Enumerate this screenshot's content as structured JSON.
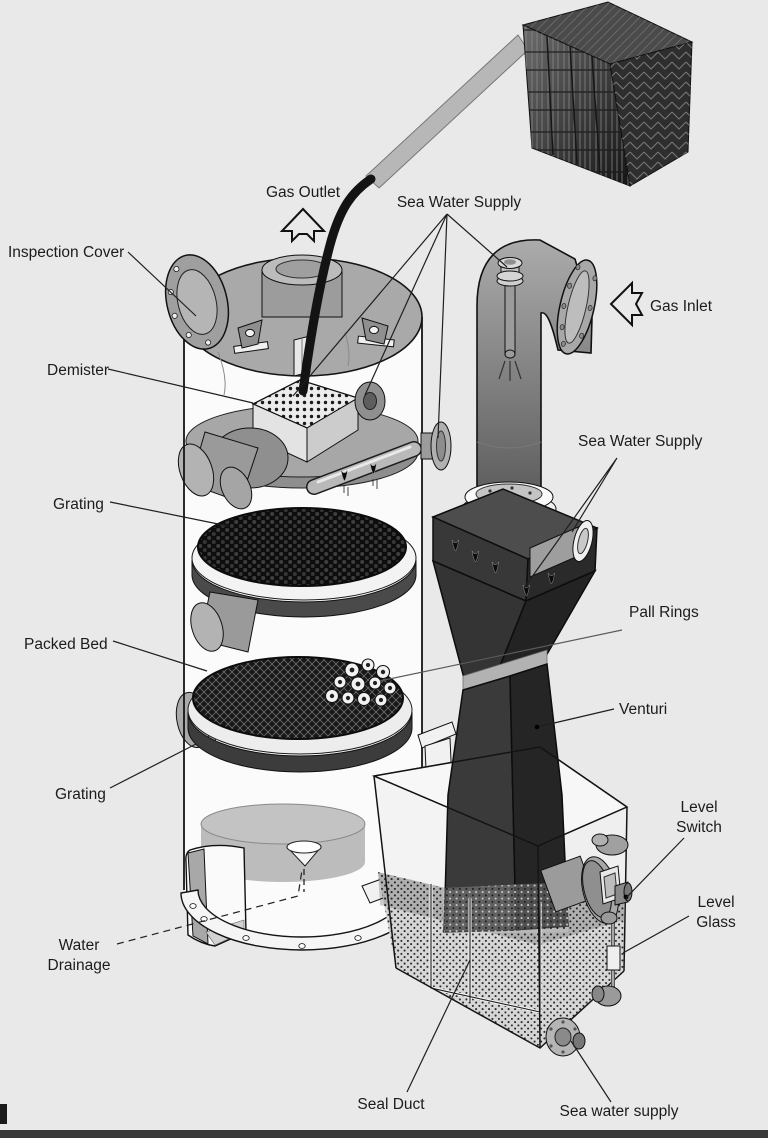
{
  "diagram": {
    "type": "technical-illustration",
    "subject": "Sea water exhaust gas scrubber unit",
    "colors": {
      "background": "#e9e9e9",
      "outline": "#1a1a1a",
      "metal_light": "#c9c9c9",
      "metal_mid": "#a6a6a6",
      "metal_dark": "#3a3a3a",
      "venturi_dark": "#333333",
      "grating_dark": "#0d0d0d"
    },
    "labels": {
      "gas_outlet": "Gas Outlet",
      "sea_water_supply_top": "Sea Water Supply",
      "inspection_cover": "Inspection Cover",
      "demister": "Demister",
      "gas_inlet": "Gas Inlet",
      "grating_upper": "Grating",
      "sea_water_supply_mid": "Sea Water Supply",
      "pall_rings": "Pall Rings",
      "packed_bed": "Packed Bed",
      "venturi": "Venturi",
      "grating_lower": "Grating",
      "level_switch_line1": "Level",
      "level_switch_line2": "Switch",
      "level_glass_line1": "Level",
      "level_glass_line2": "Glass",
      "water_drainage_line1": "Water",
      "water_drainage_line2": "Drainage",
      "seal_duct": "Seal Duct",
      "sea_water_supply_bottom": "Sea water supply"
    },
    "icons": {
      "gas_outlet_arrow": "hollow-up-arrow",
      "gas_inlet_arrow": "hollow-left-arrow"
    }
  }
}
